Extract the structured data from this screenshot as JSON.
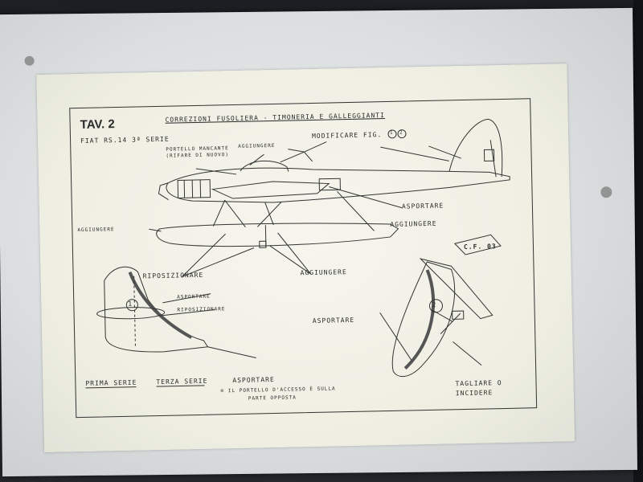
{
  "photo": {
    "subject": "Photographed technical drawing sheet mounted on a white board"
  },
  "drawing": {
    "plate": "TAV. 2",
    "title": "CORREZIONI FUSOLIERA - TIMONERIA E GALLEGGIANTI",
    "subtitle": "FIAT RS.14 3ª SERIE",
    "signature": "C.F. 03",
    "labels": {
      "portello": "PORTELLO MANCANTE",
      "portello2": "(RIFARE DI NUOVO)",
      "aggiungere_small": "AGGIUNGERE",
      "modificare": "MODIFICARE FIG.",
      "asportare_top": "ASPORTARE",
      "aggiungere_left": "AGGIUNGERE",
      "aggiungere_right": "AGGIUNGERE",
      "riposizionare": "RIPOSIZIONARE",
      "aggiungere_center": "AGGIUNGERE",
      "asportare_small": "ASPORTARE",
      "riposizionare_small": "RIPOSIZIONARE",
      "asportare_right": "ASPORTARE",
      "asportare_bottom": "ASPORTARE",
      "tagliare": "TAGLIARE O",
      "incidere": "INCIDERE",
      "prima_serie": "PRIMA SERIE",
      "terza_serie": "TERZA SERIE",
      "nota": "® IL PORTELLO D'ACCESSO È SULLA",
      "nota2": "PARTE OPPOSTA"
    },
    "figures": {
      "fig1": "1",
      "fig2": "2",
      "fig1b": "1",
      "fig2b": "2"
    }
  }
}
